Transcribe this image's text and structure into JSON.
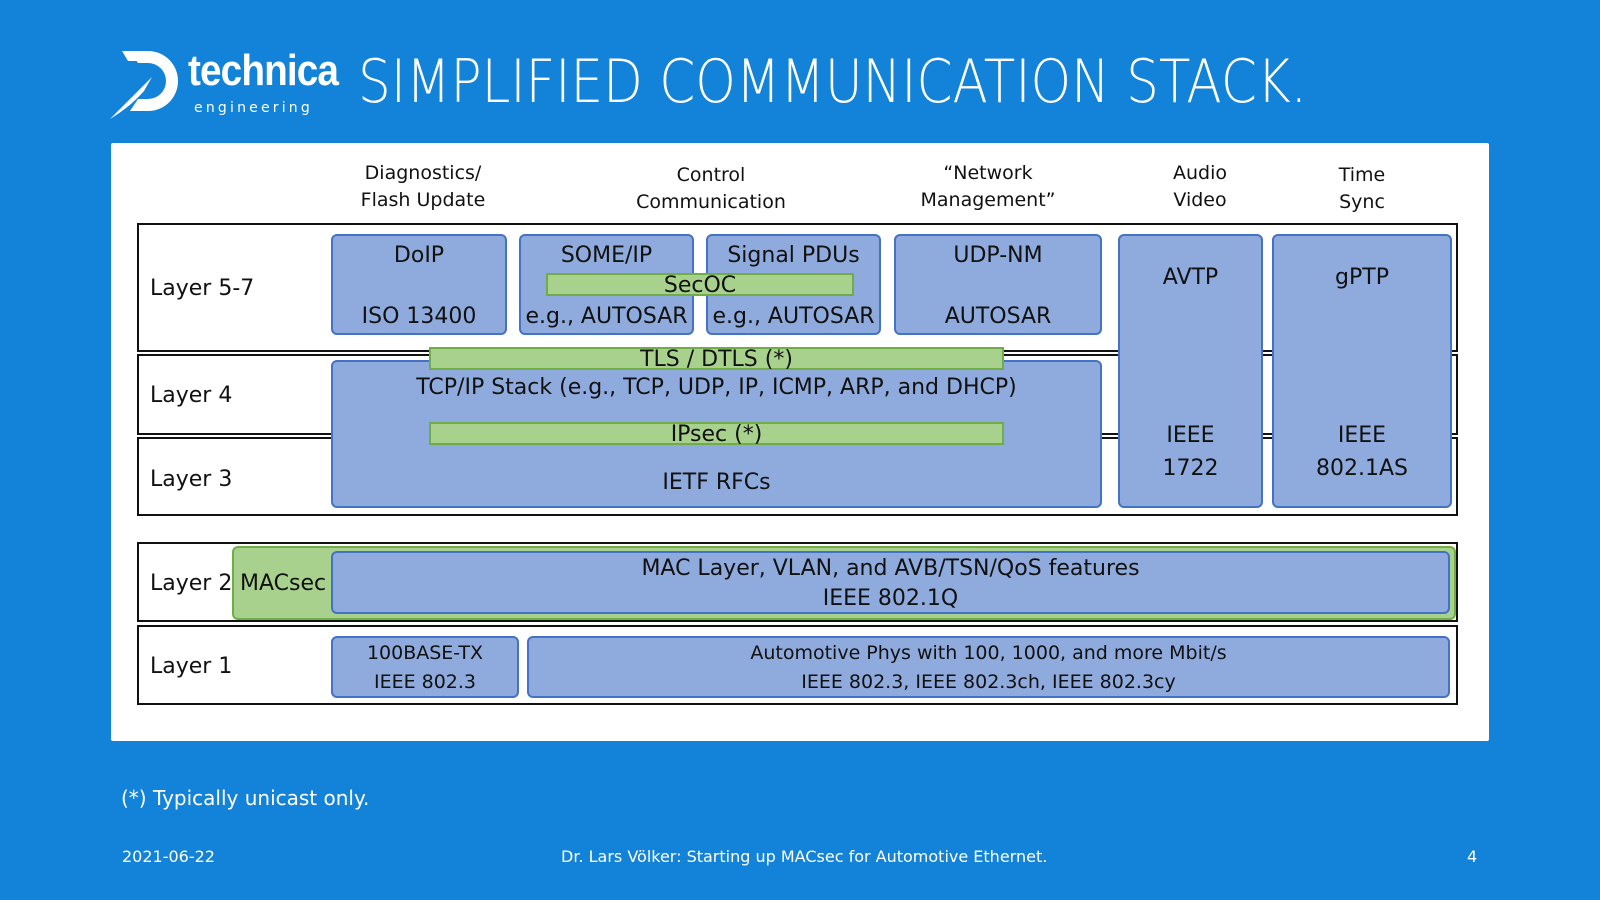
{
  "header": {
    "logo_word": "technica",
    "logo_sub": "engineering",
    "title": "SIMPLIFIED COMMUNICATION STACK."
  },
  "columns": {
    "diagnostics": "Diagnostics/\nFlash Update",
    "control": "Control\nCommunication",
    "network_mgmt": "“Network\nManagement”",
    "audio_video": "Audio\nVideo",
    "time_sync": "Time\nSync"
  },
  "layers": {
    "l57": "Layer 5-7",
    "l4": "Layer 4",
    "l3": "Layer 3",
    "l2": "Layer 2",
    "l1": "Layer 1"
  },
  "boxes": {
    "doip": {
      "top": "DoIP",
      "bottom": "ISO 13400"
    },
    "someip": {
      "top": "SOME/IP",
      "bottom": "e.g., AUTOSAR"
    },
    "signal_pdus": {
      "top": "Signal PDUs",
      "bottom": "e.g., AUTOSAR"
    },
    "secoc": "SecOC",
    "udpnm": {
      "top": "UDP-NM",
      "bottom": "AUTOSAR"
    },
    "avtp": {
      "top": "AVTP",
      "std1": "IEEE",
      "std2": "1722"
    },
    "gptp": {
      "top": "gPTP",
      "std1": "IEEE",
      "std2": "802.1AS"
    },
    "tls": "TLS / DTLS (*)",
    "tcpip": "TCP/IP Stack (e.g., TCP, UDP, IP, ICMP, ARP, and DHCP)",
    "ipsec": "IPsec (*)",
    "ietf": "IETF RFCs",
    "macsec": "MACsec",
    "mac": {
      "line1": "MAC Layer, VLAN, and AVB/TSN/QoS features",
      "line2": "IEEE 802.1Q"
    },
    "tx100": {
      "line1": "100BASE-TX",
      "line2": "IEEE 802.3"
    },
    "autophy": {
      "line1": "Automotive Phys with 100, 1000, and more Mbit/s",
      "line2": "IEEE 802.3, IEEE 802.3ch, IEEE 802.3cy"
    }
  },
  "footnote": "(*) Typically unicast only.",
  "footer": {
    "date": "2021-06-22",
    "center": "Dr. Lars Völker: Starting up MACsec for Automotive Ethernet.",
    "page": "4"
  },
  "colors": {
    "background": "#1383d9",
    "box_blue": "#8faadc",
    "box_blue_border": "#4472c4",
    "box_green": "#a9d18e",
    "box_green_border": "#70ad47"
  }
}
